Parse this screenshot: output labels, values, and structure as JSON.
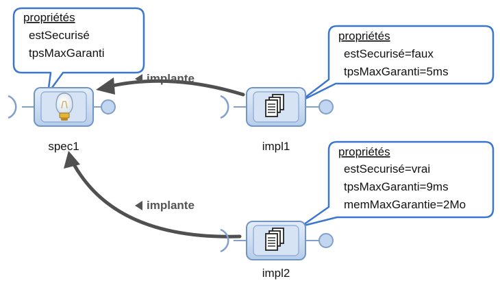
{
  "components": {
    "spec1": {
      "label": "spec1",
      "icon": "lightbulb-icon"
    },
    "impl1": {
      "label": "impl1",
      "icon": "documents-icon"
    },
    "impl2": {
      "label": "impl2",
      "icon": "documents-icon"
    }
  },
  "callouts": {
    "spec1": {
      "title": "propriétés",
      "lines": [
        "estSecurisé",
        "tpsMaxGaranti"
      ]
    },
    "impl1": {
      "title": "propriétés",
      "lines": [
        "estSecurisé=faux",
        "tpsMaxGaranti=5ms"
      ]
    },
    "impl2": {
      "title": "propriétés",
      "lines": [
        "estSecurisé=vrai",
        "tpsMaxGaranti=9ms",
        "memMaxGarantie=2Mo"
      ]
    }
  },
  "relations": [
    {
      "from": "impl1",
      "to": "spec1",
      "label": "implante"
    },
    {
      "from": "impl2",
      "to": "spec1",
      "label": "implante"
    }
  ],
  "colors": {
    "callout_border": "#3a76d0",
    "component_fill": "#c9daf1",
    "arrow": "#505050"
  }
}
